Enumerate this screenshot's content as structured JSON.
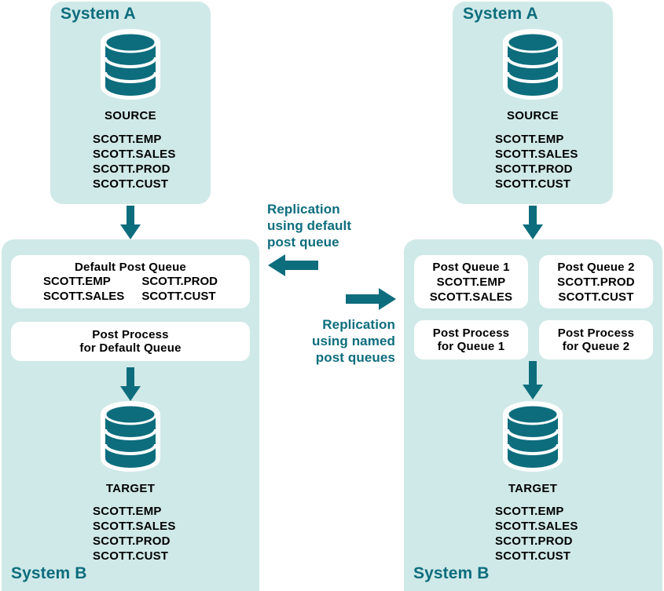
{
  "theme": {
    "panel_bg": "#cfe9e8",
    "teal": "#0d6d7d",
    "box_bg": "#ffffff",
    "text": "#000000",
    "page_bg": "#ffffff"
  },
  "left_scenario": {
    "source_panel": {
      "title": "System A",
      "node_label": "SOURCE",
      "tables": [
        "SCOTT.EMP",
        "SCOTT.SALES",
        "SCOTT.PROD",
        "SCOTT.CUST"
      ]
    },
    "target_panel": {
      "title": "System B",
      "node_label": "TARGET",
      "tables": [
        "SCOTT.EMP",
        "SCOTT.SALES",
        "SCOTT.PROD",
        "SCOTT.CUST"
      ],
      "queue_box": {
        "title": "Default Post Queue",
        "col1": [
          "SCOTT.EMP",
          "SCOTT.SALES"
        ],
        "col2": [
          "SCOTT.PROD",
          "SCOTT.CUST"
        ]
      },
      "process_box": {
        "line1": "Post Process",
        "line2": "for Default Queue"
      }
    }
  },
  "right_scenario": {
    "source_panel": {
      "title": "System A",
      "node_label": "SOURCE",
      "tables": [
        "SCOTT.EMP",
        "SCOTT.SALES",
        "SCOTT.PROD",
        "SCOTT.CUST"
      ]
    },
    "target_panel": {
      "title": "System B",
      "node_label": "TARGET",
      "tables": [
        "SCOTT.EMP",
        "SCOTT.SALES",
        "SCOTT.PROD",
        "SCOTT.CUST"
      ],
      "queue_boxes": [
        {
          "title": "Post Queue 1",
          "tables": [
            "SCOTT.EMP",
            "SCOTT.SALES"
          ]
        },
        {
          "title": "Post Queue 2",
          "tables": [
            "SCOTT.PROD",
            "SCOTT.CUST"
          ]
        }
      ],
      "process_boxes": [
        {
          "line1": "Post Process",
          "line2": "for Queue 1"
        },
        {
          "line1": "Post Process",
          "line2": "for Queue 2"
        }
      ]
    }
  },
  "center": {
    "left_caption": "Replication\nusing default\npost queue",
    "right_caption": "Replication\nusing named\npost queues",
    "left_arrow_icon": "arrow-left-icon",
    "right_arrow_icon": "arrow-right-icon"
  },
  "icons": {
    "database": "database-cylinder-icon",
    "arrow_down": "arrow-down-icon"
  }
}
